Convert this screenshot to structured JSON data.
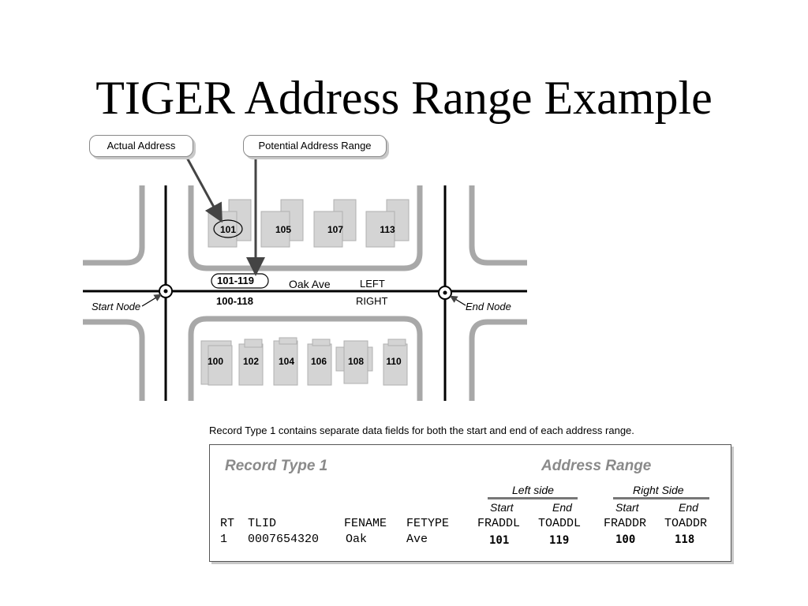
{
  "title": "TIGER Address Range Example",
  "callouts": {
    "actual": "Actual Address",
    "potential": "Potential Address Range"
  },
  "street": {
    "name": "Oak Ave",
    "left_label": "LEFT",
    "right_label": "RIGHT",
    "left_range": "101-119",
    "right_range": "100-118",
    "start_node": "Start Node",
    "end_node": "End Node"
  },
  "houses_top": [
    "101",
    "105",
    "107",
    "113"
  ],
  "houses_bottom": [
    "100",
    "102",
    "104",
    "106",
    "108",
    "110"
  ],
  "caption": "Record Type 1 contains separate data fields for both the start and end of each address range.",
  "record": {
    "heading": "Record Type 1",
    "range_heading": "Address Range",
    "left_side": "Left side",
    "right_side": "Right Side",
    "start": "Start",
    "end": "End",
    "columns": [
      "RT",
      "TLID",
      "FENAME",
      "FETYPE",
      "FRADDL",
      "TOADDL",
      "FRADDR",
      "TOADDR"
    ],
    "values": [
      "1",
      "0007654320",
      "Oak",
      "Ave",
      "101",
      "119",
      "100",
      "118"
    ]
  }
}
